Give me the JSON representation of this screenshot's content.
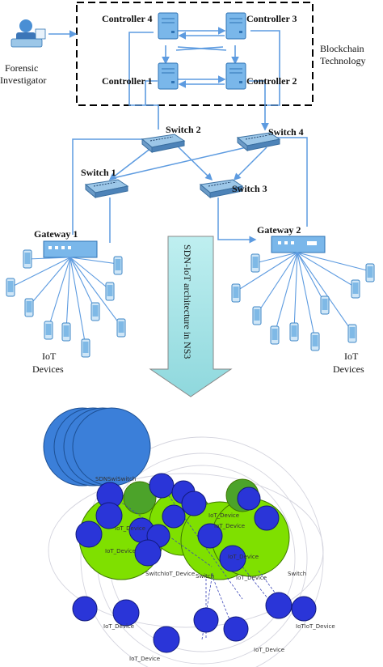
{
  "top": {
    "investigator_label": [
      "Forensic",
      "Investigator"
    ],
    "blockchain_label": [
      "Blockchain",
      "Technology"
    ],
    "controllers": [
      "Controller 4",
      "Controller 3",
      "Controller 1",
      "Controller 2"
    ],
    "switches": [
      "Switch 2",
      "Switch 4",
      "Switch 1",
      "Switch 3"
    ],
    "gateways": [
      "Gateway 1",
      "Gateway 2"
    ],
    "iot_left": [
      "IoT",
      "Devices"
    ],
    "iot_right": [
      "IoT",
      "Devices"
    ],
    "arrow_text": "SDN-IoT architecture in NS3"
  },
  "sim": {
    "overlap_labels": [
      "SDNSwiSwitch"
    ],
    "iot_label": "IoT_Device",
    "switch_label": "Switch",
    "merged_labels": [
      "SwitchIoT_Device",
      "IoT_Device",
      "IoT_Device",
      "IoT_Device",
      "IoT_Device",
      "IoT_Device"
    ],
    "bottom_labels": [
      "IoT_Device",
      "IoT_Device",
      "IoT_Device",
      "IoTIoT_Device"
    ],
    "colors": {
      "controller": "#3b7fd9",
      "switch": "#7fe000",
      "device": "#2a35d8",
      "link": "#5d9be0"
    }
  }
}
